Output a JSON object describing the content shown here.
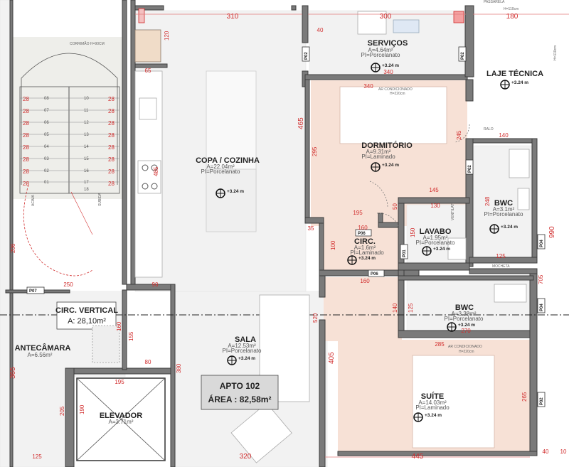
{
  "rooms": {
    "servicos": {
      "name": "SERVIÇOS",
      "area": "A=4.64m²",
      "floor": "PI=Porcelanato"
    },
    "laje": {
      "name": "LAJE TÉCNICA"
    },
    "copa": {
      "name": "COPA / COZINHA",
      "area": "A=22.04m²",
      "floor": "PI=Porcelanato"
    },
    "dormitorio": {
      "name": "DORMITÓRIO",
      "area": "A=9.31m²",
      "floor": "PI=Laminado"
    },
    "bwc1": {
      "name": "BWC",
      "area": "A=3.1m²",
      "floor": "PI=Porcelanato"
    },
    "lavabo": {
      "name": "LAVABO",
      "area": "A=1.95m²",
      "floor": "PI=Porcelanato"
    },
    "circ": {
      "name": "CIRC.",
      "area": "A=1.6m²",
      "floor": "PI=Laminado"
    },
    "bwc2": {
      "name": "BWC",
      "area": "A=3.38m²",
      "floor": "PI=Porcelanato"
    },
    "sala": {
      "name": "SALA",
      "area": "A=12.53m²",
      "floor": "PI=Porcelanato"
    },
    "suite": {
      "name": "SUÍTE",
      "area": "A=14.03m²",
      "floor": "PI=Laminado"
    },
    "antecamara": {
      "name": "ANTECÂMARA",
      "area": "A=6.56m²"
    },
    "elevador": {
      "name": "ELEVADOR",
      "area": "A=3.71m²"
    },
    "circ_vertical": {
      "name": "CIRC. VERTICAL",
      "area": "A: 28,10m²"
    }
  },
  "apto": {
    "title": "APTO 102",
    "area": "ÁREA : 82,58m²"
  },
  "level": "+3.24 m",
  "doors": [
    "P02",
    "P02",
    "P06",
    "P01",
    "P02",
    "P06",
    "P07",
    "P04",
    "P04",
    "P02"
  ],
  "labels": {
    "corrimao": "CORRIMÃO H=90CM",
    "passarela": "PASSARELA",
    "h110": "H=110cm",
    "ar_cond": "AR CONDICIONADO",
    "h220": "H=220cm",
    "ralo": "RALO",
    "ventilat": "VENTILAT.",
    "mocheta": "MOCHETA",
    "subida": "SUBIDA",
    "acima": "ACIMA"
  },
  "dims": [
    "310",
    "300",
    "180",
    "40",
    "120",
    "65",
    "340",
    "340",
    "465",
    "295",
    "485",
    "485",
    "245",
    "140",
    "195",
    "160",
    "130",
    "35",
    "50",
    "145",
    "248",
    "100",
    "150",
    "160",
    "125",
    "990",
    "705",
    "520",
    "405",
    "140",
    "125",
    "270",
    "285",
    "265",
    "250",
    "90",
    "195",
    "160",
    "155",
    "380",
    "190",
    "80",
    "365",
    "205",
    "125",
    "320",
    "445",
    "40",
    "10",
    "206",
    "28",
    "28"
  ],
  "stairs": {
    "steps_left": [
      "08",
      "07",
      "06",
      "05",
      "04",
      "03",
      "02",
      "01"
    ],
    "steps_right": [
      "10",
      "11",
      "12",
      "13",
      "14",
      "15",
      "16",
      "17",
      "18"
    ]
  }
}
